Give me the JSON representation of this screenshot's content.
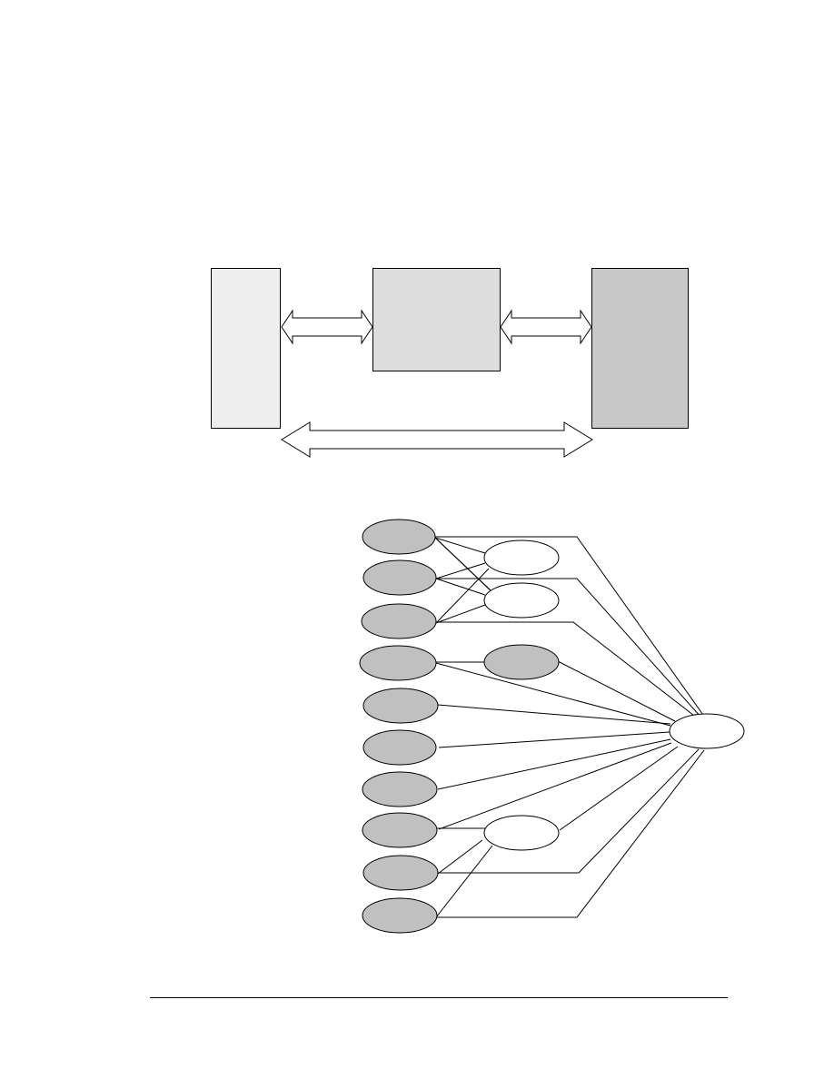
{
  "diagram": {
    "blocks": [
      {
        "id": "left",
        "fill": "#eeeeee"
      },
      {
        "id": "middle",
        "fill": "#dddddd"
      },
      {
        "id": "right",
        "fill": "#c8c8c8"
      }
    ],
    "arrows": [
      {
        "from": "left",
        "to": "middle",
        "kind": "double-headed"
      },
      {
        "from": "middle",
        "to": "right",
        "kind": "double-headed"
      },
      {
        "from": "left",
        "to": "right",
        "kind": "double-headed"
      }
    ],
    "network": {
      "input_nodes": 10,
      "intermediate_nodes": 4,
      "output_nodes": 1,
      "colors": {
        "shaded": "#c0c0c0",
        "open": "#ffffff",
        "stroke": "#000000"
      }
    }
  }
}
